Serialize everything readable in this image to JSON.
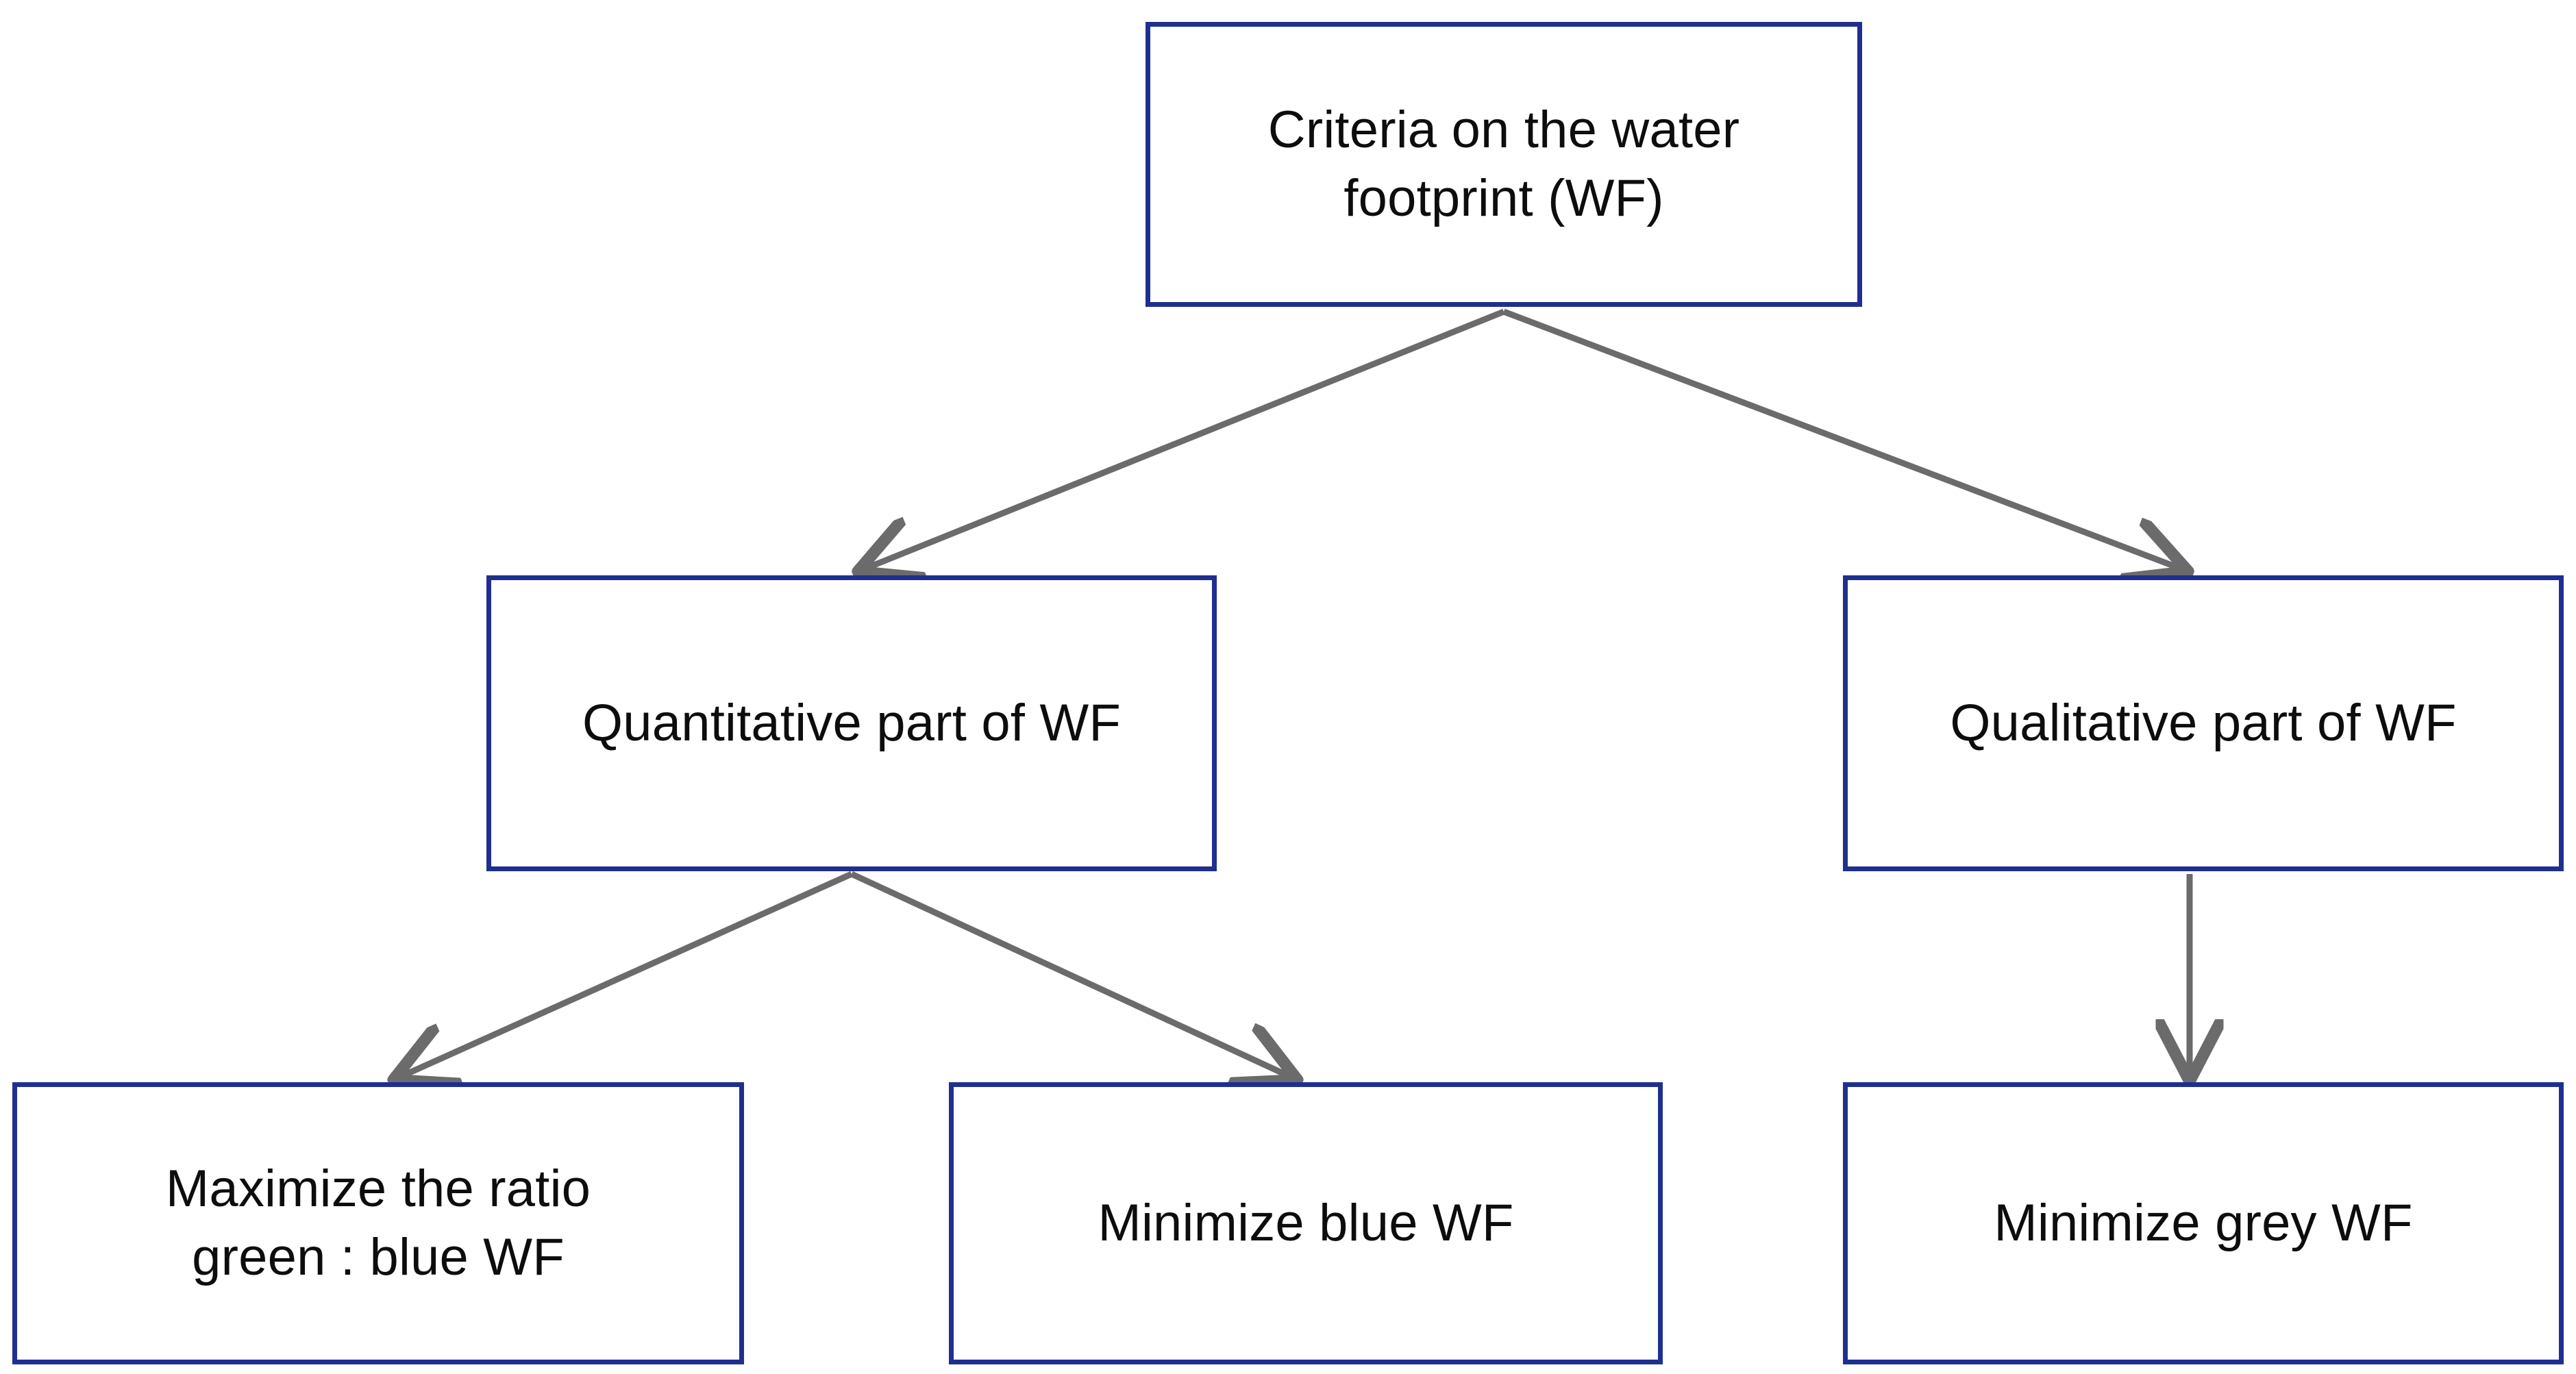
{
  "diagram": {
    "title": "Criteria on the water footprint (WF) hierarchy",
    "background_color": "#ffffff",
    "node_border_color": "#1F2F8F",
    "node_fill_color": "#ffffff",
    "node_text_color": "#0d0d0d",
    "edge_color": "#6b6b6b",
    "nodes": [
      {
        "id": "root",
        "label": "Criteria on the water\nfootprint (WF)",
        "line1": "Criteria on the water",
        "line2": "footprint (WF)",
        "level": 0
      },
      {
        "id": "quantitative",
        "label": "Quantitative part of WF",
        "level": 1
      },
      {
        "id": "qualitative",
        "label": "Qualitative part of WF",
        "level": 1
      },
      {
        "id": "max-ratio",
        "label": "Maximize the ratio\ngreen : blue WF",
        "line1": "Maximize the ratio",
        "line2": "green : blue WF",
        "level": 2
      },
      {
        "id": "min-blue",
        "label": "Minimize blue WF",
        "level": 2
      },
      {
        "id": "min-grey",
        "label": "Minimize grey WF",
        "level": 2
      }
    ],
    "edges": [
      {
        "id": "root-to-quantitative",
        "from": "root",
        "to": "quantitative",
        "style": "straight-arrow"
      },
      {
        "id": "root-to-qualitative",
        "from": "root",
        "to": "qualitative",
        "style": "straight-arrow"
      },
      {
        "id": "quantitative-to-max-ratio",
        "from": "quantitative",
        "to": "max-ratio",
        "style": "straight-arrow"
      },
      {
        "id": "quantitative-to-min-blue",
        "from": "quantitative",
        "to": "min-blue",
        "style": "straight-arrow"
      },
      {
        "id": "qualitative-to-min-grey",
        "from": "qualitative",
        "to": "min-grey",
        "style": "straight-arrow"
      }
    ]
  }
}
